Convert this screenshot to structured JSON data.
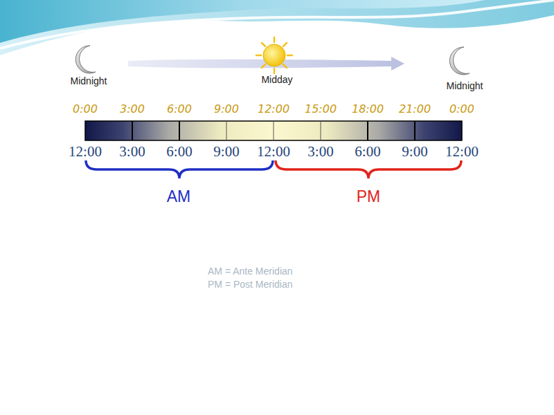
{
  "diagram": {
    "labels": [
      "Midnight",
      "Midday",
      "Midnight",
      "0:00",
      "3:00",
      "6:00",
      "9:00",
      "12:00",
      "15:00",
      "18:00",
      "21:00",
      "0:00",
      "12:00",
      "3:00",
      "6:00",
      "9:00",
      "12:00",
      "3:00",
      "6:00",
      "9:00",
      "12:00",
      "AM",
      "PM",
      "AM = Ante Meridian",
      "PM = Post Meridian"
    ]
  }
}
